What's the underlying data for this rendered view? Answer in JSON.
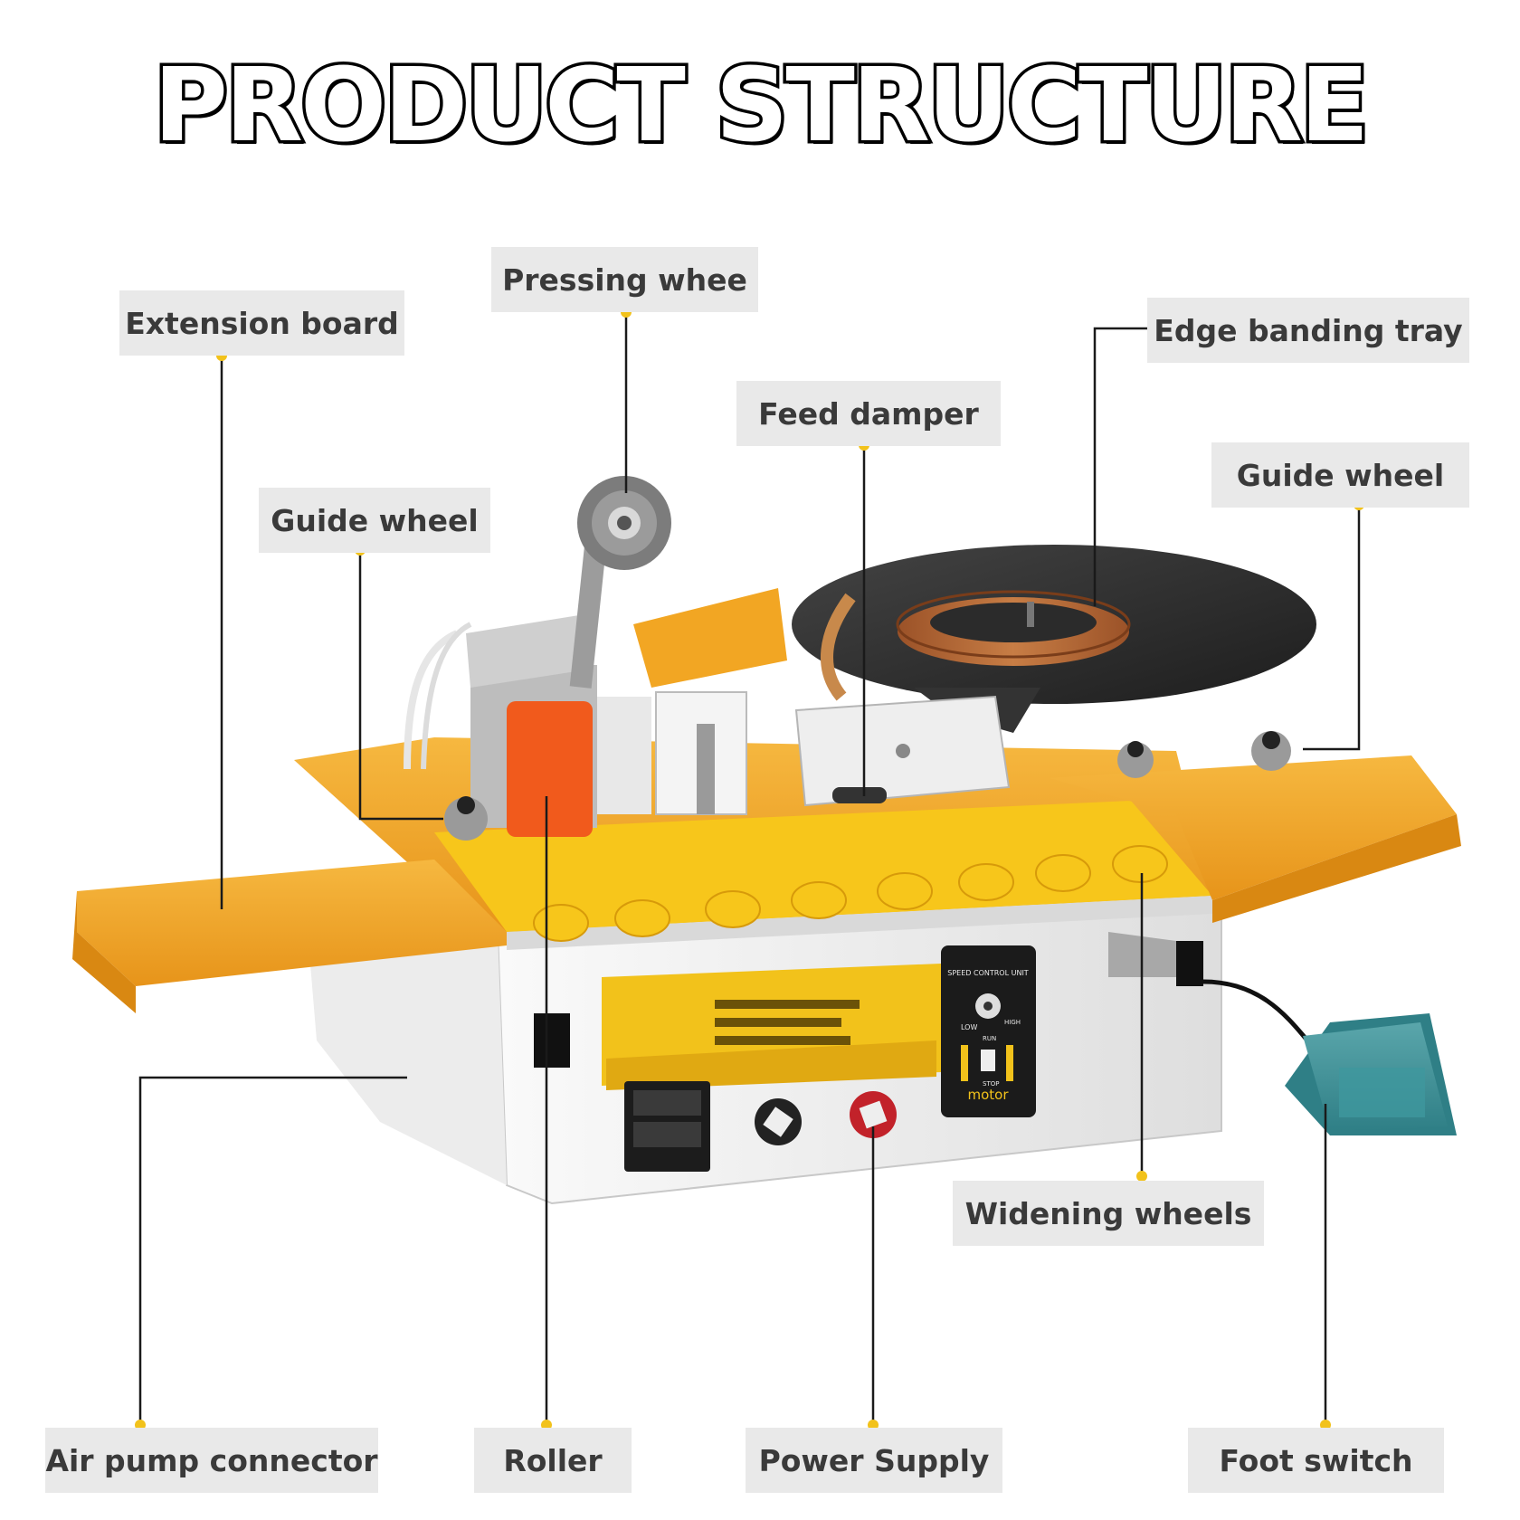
{
  "title": "PRODUCT STRUCTURE",
  "labels": {
    "extension_board": "Extension board",
    "pressing_wheel": "Pressing whee",
    "edge_banding_tray": "Edge banding tray",
    "feed_damper": "Feed damper",
    "guide_wheel_left": "Guide wheel",
    "guide_wheel_right": "Guide wheel",
    "widening_wheels": "Widening wheels",
    "air_pump_connector": "Air pump connector",
    "roller": "Roller",
    "power_supply": "Power Supply",
    "foot_switch": "Foot switch"
  },
  "machine_panel": {
    "speed_unit": "SPEED CONTROL UNIT",
    "low": "LOW",
    "high": "HIGH",
    "run": "RUN",
    "stop": "STOP",
    "motor": "motor"
  },
  "colors": {
    "table_orange": "#f2a623",
    "roller_yellow": "#f7c61b",
    "body_white": "#f1f1f1",
    "leader_line": "#1a1a1a",
    "anchor_dot": "#f2c21b",
    "label_bg": "#e9e9e9",
    "foot_switch_teal": "#3e8f95",
    "tray_dark": "#2b2b2b",
    "edge_band_wood": "#b86a36"
  }
}
